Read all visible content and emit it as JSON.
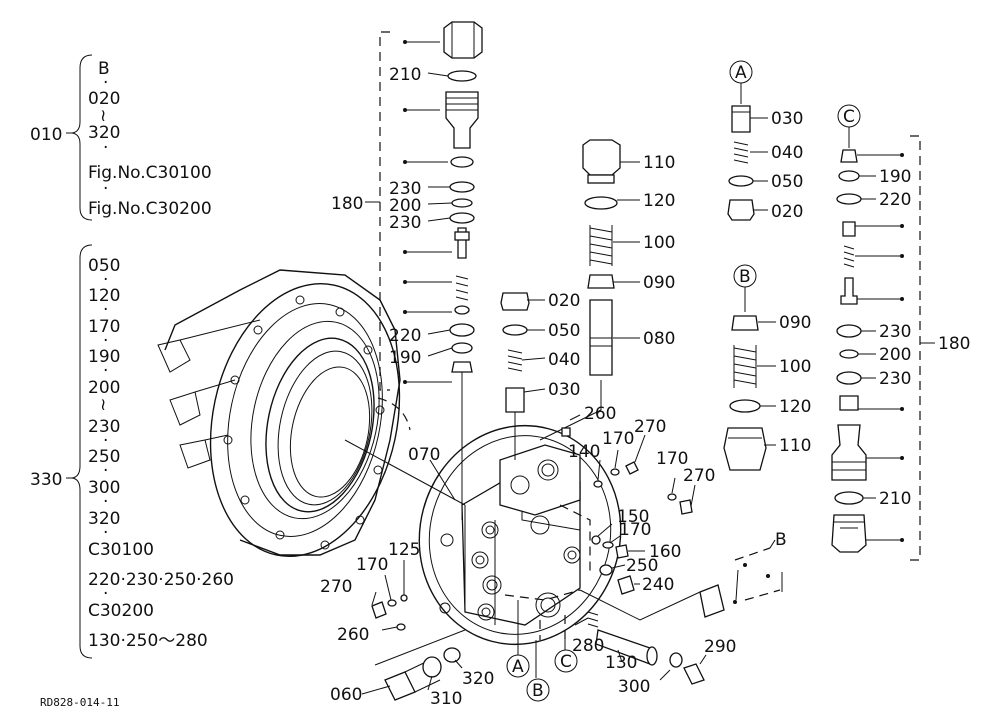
{
  "figure_code": "RD828-014-11",
  "group_010": {
    "ref": "010",
    "lines": [
      "B",
      "·",
      "020",
      "≀",
      "320",
      "·",
      "Fig.No.C30100",
      "·",
      "Fig.No.C30200"
    ]
  },
  "group_330": {
    "ref": "330",
    "lines": [
      "050",
      "·",
      "120",
      "·",
      "170",
      "·",
      "190",
      "·",
      "200",
      "≀",
      "230",
      "·",
      "250",
      "·",
      "300",
      "·",
      "320",
      "·",
      "C30100",
      "220·230·250·260",
      "·",
      "C30200",
      "130·250〜280"
    ]
  },
  "callouts": {
    "A": "A",
    "B": "B",
    "C": "C"
  },
  "part_labels": {
    "p210_top": "210",
    "p230_a": "230",
    "p200_a": "200",
    "p230_b": "230",
    "p180_left": "180",
    "p220_left": "220",
    "p190_left": "190",
    "p110_top": "110",
    "p120_top": "120",
    "p100_top": "100",
    "p090_top": "090",
    "p080": "080",
    "p020_mid": "020",
    "p050_mid": "050",
    "p040_mid": "040",
    "p030_mid": "030",
    "p260_top": "260",
    "p270_a": "270",
    "p170_a": "170",
    "p140": "140",
    "p170_b": "170",
    "p270_b": "270",
    "p150": "150",
    "p170_c": "170",
    "p160": "160",
    "p250_a": "250",
    "p240": "240",
    "p070": "070",
    "p125": "125",
    "p170_d": "170",
    "p270_c": "270",
    "p260_low": "260",
    "p060": "060",
    "p310": "310",
    "p320": "320",
    "p280": "280",
    "p130": "130",
    "p300": "300",
    "p290": "290",
    "pA_030": "030",
    "pA_040": "040",
    "pA_050": "050",
    "pA_020": "020",
    "pB_090": "090",
    "pB_100": "100",
    "pB_120": "120",
    "pB_110": "110",
    "pC_190": "190",
    "pC_220": "220",
    "pC_230a": "230",
    "pC_200": "200",
    "pC_230b": "230",
    "pC_180": "180",
    "pC_210": "210"
  }
}
